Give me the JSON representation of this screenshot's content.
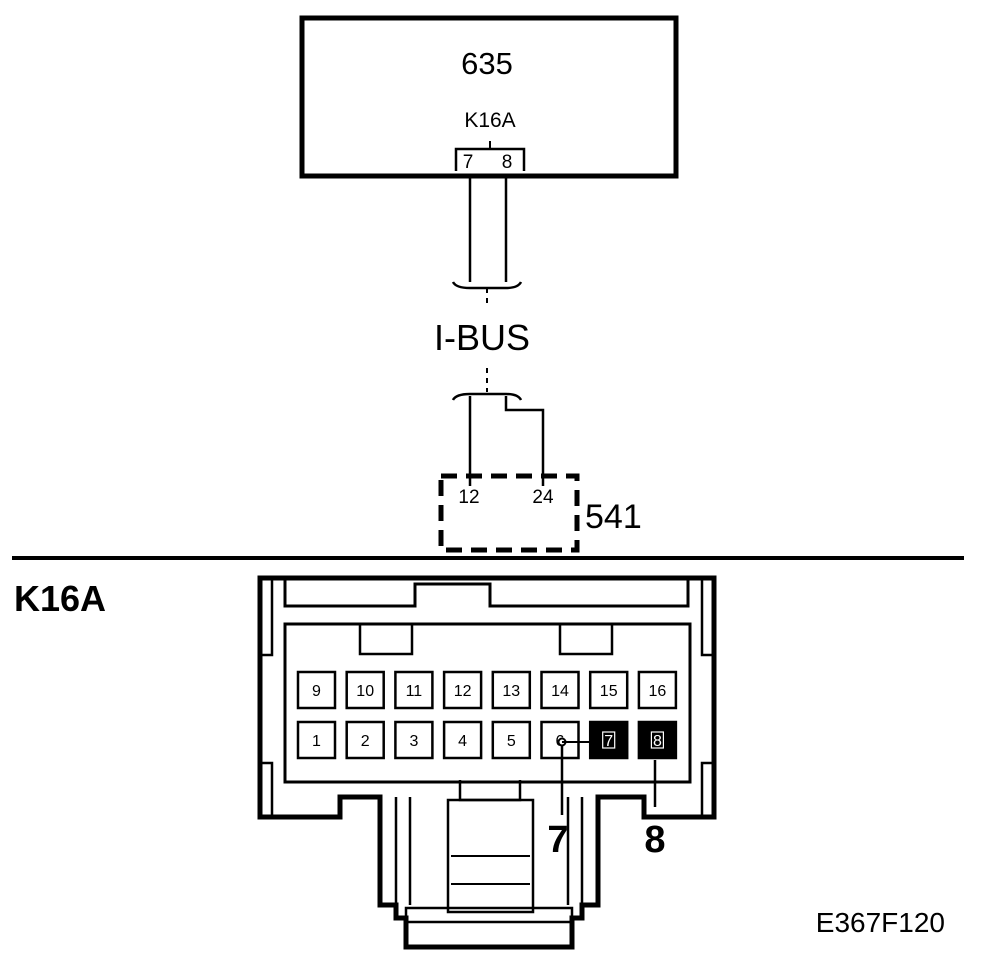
{
  "colors": {
    "line": "#000000",
    "background": "#ffffff",
    "pin_highlight": "#000000",
    "pin_highlight_text": "#ffffff"
  },
  "module": {
    "id": "635",
    "connector": "K16A",
    "pin_a": "7",
    "pin_b": "8"
  },
  "bus": {
    "label": "I-BUS"
  },
  "splice": {
    "id": "541",
    "pin_a": "12",
    "pin_b": "24"
  },
  "connector_view": {
    "title": "K16A",
    "top_row": [
      "9",
      "10",
      "11",
      "12",
      "13",
      "14",
      "15",
      "16"
    ],
    "bottom_row": [
      "1",
      "2",
      "3",
      "4",
      "5",
      "6",
      "7",
      "8"
    ],
    "highlighted_pins": [
      "7",
      "8"
    ],
    "callout_a": "7",
    "callout_b": "8"
  },
  "figure_id": "E367F120"
}
